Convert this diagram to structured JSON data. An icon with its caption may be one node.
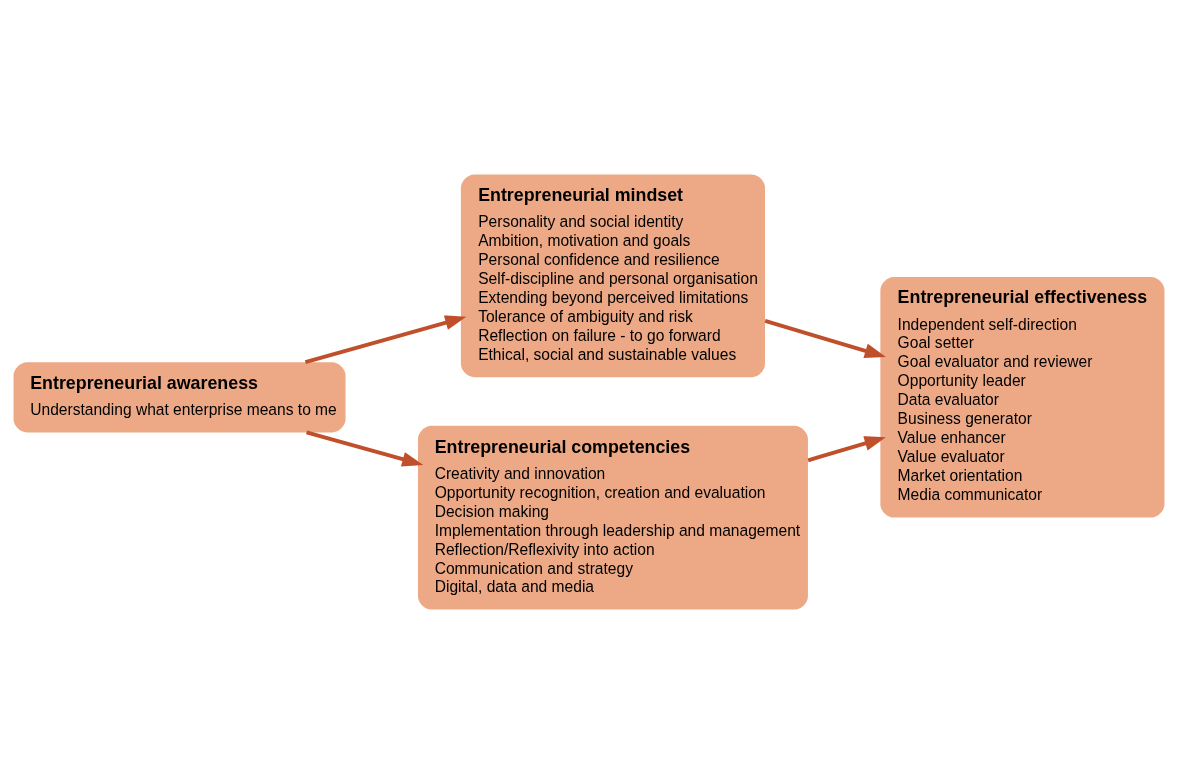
{
  "diagram": {
    "nodes": [
      {
        "text": [
          "Entrepreneurial mindset",
          "Personality and social identity",
          "Ambition, motivation and goals",
          "Personal confidence and resilience",
          "Self-discipline and personal organisation",
          "Extending beyond perceived limitations",
          "Tolerance of ambiguity and risk",
          "Reflection on failure - to go forward",
          "Ethical, social and sustainable values"
        ]
      },
      {
        "text": [
          "Entrepreneurial awareness",
          "Understanding what enterprise means to me"
        ]
      },
      {
        "text": [
          "Entrepreneurial effectiveness",
          "Independent self-direction",
          "Goal setter",
          "Goal evaluator and reviewer",
          "Opportunity leader",
          "Data evaluator",
          "Business generator",
          "Value enhancer",
          "Value evaluator",
          "Market orientation",
          "Media communicator"
        ]
      },
      {
        "text": [
          "Entrepreneurial competencies",
          "Creativity and innovation",
          "Opportunity recognition, creation and evaluation",
          "Decision making",
          "Implementation through leadership and management",
          "Reflection/Reflexivity into action",
          "Communication and strategy",
          "Digital, data and media"
        ]
      }
    ],
    "edges": [
      {
        "from": 1,
        "to": 0,
        "arrow": "to",
        "color": "#c0502c"
      },
      {
        "from": 0,
        "to": 2,
        "arrow": "to",
        "color": "#c0502c"
      },
      {
        "from": 1,
        "to": 3,
        "arrow": "to",
        "color": "#c0502c"
      },
      {
        "from": 3,
        "to": 2,
        "arrow": "to",
        "color": "#c0502c"
      }
    ]
  }
}
